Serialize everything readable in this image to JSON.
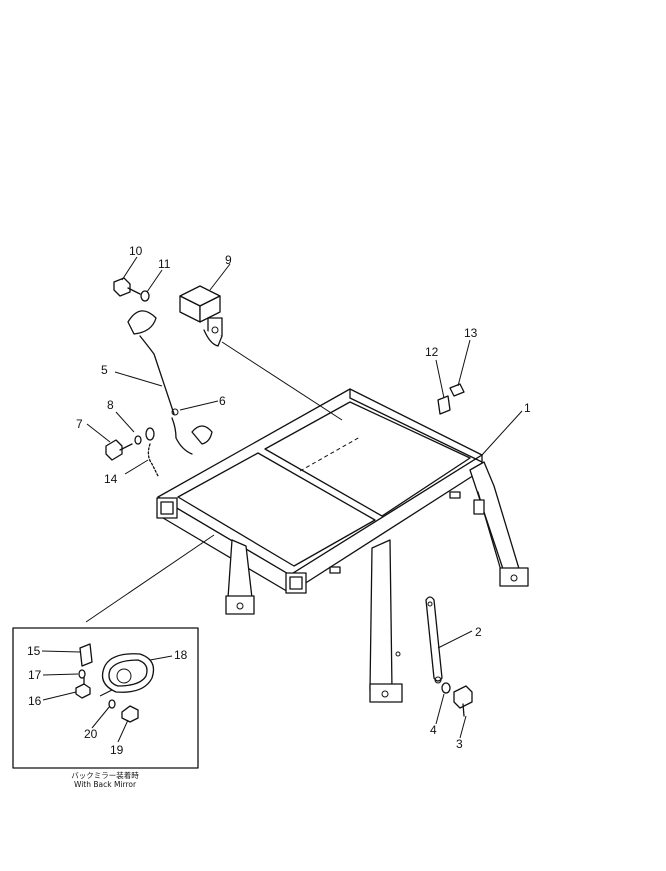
{
  "part_labels": [
    "1",
    "2",
    "3",
    "4",
    "5",
    "6",
    "7",
    "8",
    "9",
    "10",
    "11",
    "12",
    "13",
    "14",
    "15",
    "16",
    "17",
    "18",
    "19",
    "20"
  ],
  "inset_caption": {
    "japanese": "バックミラー装着時",
    "english": "With Back Mirror"
  }
}
